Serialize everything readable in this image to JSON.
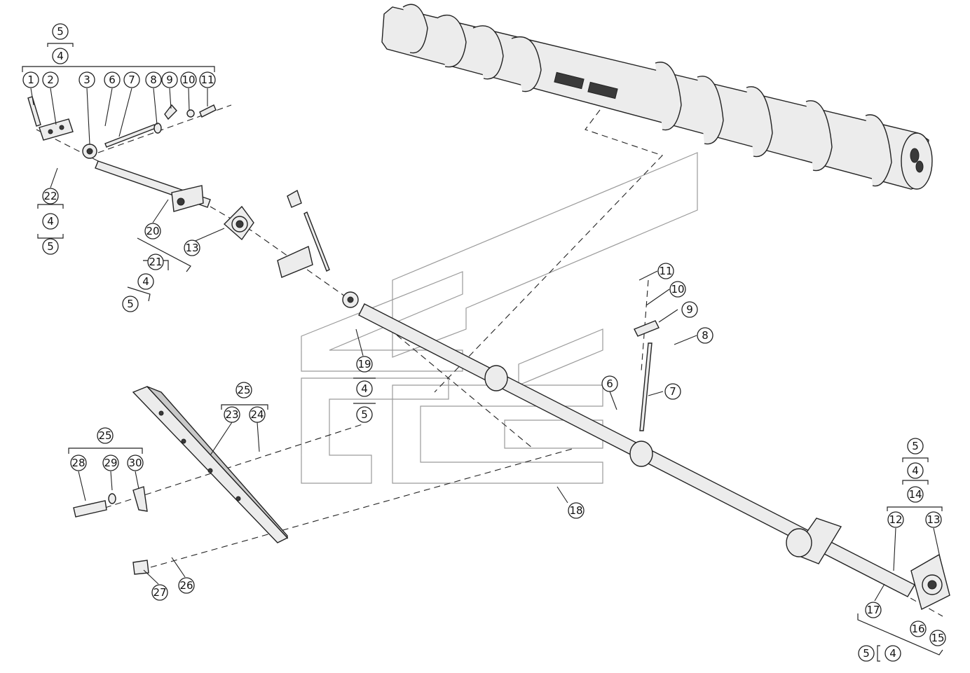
{
  "callouts": [
    {
      "label": "5"
    },
    {
      "label": "4"
    },
    {
      "label": "1"
    },
    {
      "label": "2"
    },
    {
      "label": "3"
    },
    {
      "label": "6"
    },
    {
      "label": "7"
    },
    {
      "label": "8"
    },
    {
      "label": "9"
    },
    {
      "label": "10"
    },
    {
      "label": "11"
    },
    {
      "label": "22"
    },
    {
      "label": "4"
    },
    {
      "label": "5"
    },
    {
      "label": "20"
    },
    {
      "label": "13"
    },
    {
      "label": "21"
    },
    {
      "label": "4"
    },
    {
      "label": "5"
    },
    {
      "label": "19"
    },
    {
      "label": "4"
    },
    {
      "label": "5"
    },
    {
      "label": "11"
    },
    {
      "label": "10"
    },
    {
      "label": "9"
    },
    {
      "label": "8"
    },
    {
      "label": "7"
    },
    {
      "label": "6"
    },
    {
      "label": "25"
    },
    {
      "label": "23"
    },
    {
      "label": "24"
    },
    {
      "label": "25"
    },
    {
      "label": "28"
    },
    {
      "label": "29"
    },
    {
      "label": "30"
    },
    {
      "label": "27"
    },
    {
      "label": "26"
    },
    {
      "label": "18"
    },
    {
      "label": "5"
    },
    {
      "label": "4"
    },
    {
      "label": "14"
    },
    {
      "label": "12"
    },
    {
      "label": "13"
    },
    {
      "label": "17"
    },
    {
      "label": "16"
    },
    {
      "label": "15"
    },
    {
      "label": "5"
    },
    {
      "label": "4"
    }
  ]
}
